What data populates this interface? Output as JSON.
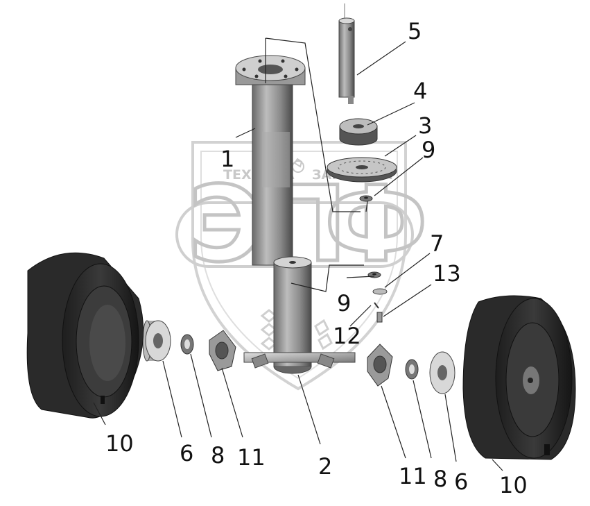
{
  "watermark": {
    "top_left": "ТЕХНИКА",
    "top_right": "ЗАПЧАСТИ",
    "letters": [
      "Э",
      "П",
      "Ф"
    ]
  },
  "labels": {
    "n1": "1",
    "n2": "2",
    "n3": "3",
    "n4": "4",
    "n5": "5",
    "n6_left": "6",
    "n6_right": "6",
    "n7": "7",
    "n8_left": "8",
    "n8_right": "8",
    "n9_top": "9",
    "n9_mid": "9",
    "n10_left": "10",
    "n10_right": "10",
    "n11_left": "11",
    "n11_right": "11",
    "n12": "12",
    "n13": "13"
  }
}
